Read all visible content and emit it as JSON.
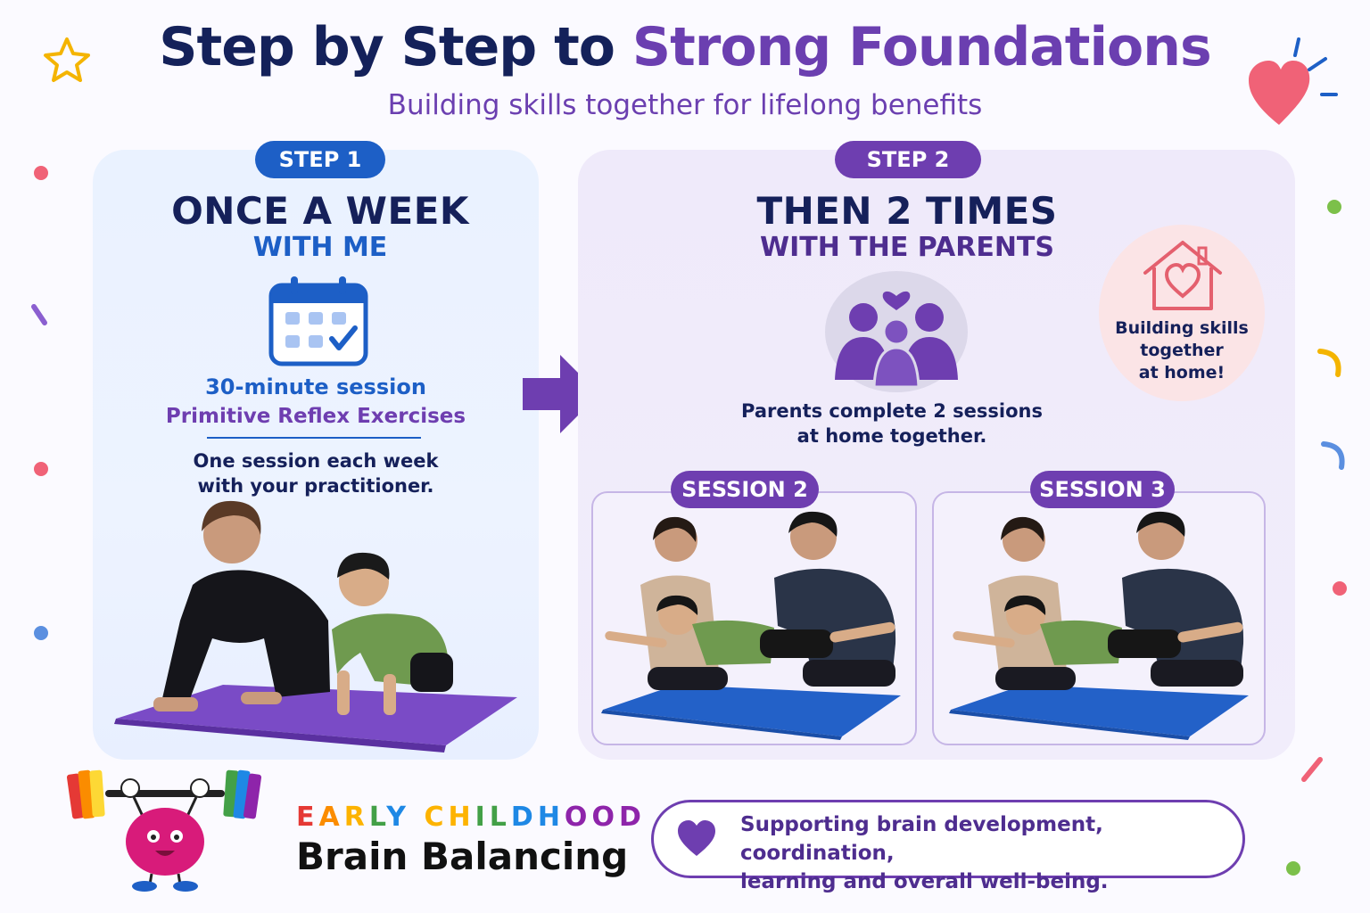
{
  "header": {
    "title_part1": "Step by Step to ",
    "title_part2": "Strong Foundations",
    "subtitle": "Building skills together for lifelong benefits"
  },
  "step1": {
    "badge": "STEP 1",
    "heading": "ONCE A WEEK",
    "subheading": "WITH ME",
    "session_length": "30-minute session",
    "exercise_type": "Primitive Reflex Exercises",
    "description_line1": "One session each week",
    "description_line2": "with your practitioner."
  },
  "step2": {
    "badge": "STEP 2",
    "heading": "THEN 2 TIMES",
    "subheading": "WITH THE PARENTS",
    "description_line1": "Parents complete 2 sessions",
    "description_line2": "at home together.",
    "home_note_line1": "Building skills",
    "home_note_line2": "together",
    "home_note_line3": "at home!",
    "sessions": [
      {
        "label": "SESSION 2"
      },
      {
        "label": "SESSION 3"
      }
    ]
  },
  "brand": {
    "line1_letters": [
      "E",
      "A",
      "R",
      "L",
      "Y",
      " ",
      "C",
      "H",
      "I",
      "L",
      "D",
      "H",
      "O",
      "O",
      "D"
    ],
    "line2": "Brain Balancing"
  },
  "footer": {
    "line1": "Supporting brain development, coordination,",
    "line2": "learning and overall well-being."
  },
  "icons": {
    "calendar": "calendar-check-icon",
    "family": "family-heart-icon",
    "home": "house-heart-icon",
    "arrow": "arrow-right-icon",
    "heart": "heart-icon",
    "star": "star-icon",
    "brain": "brain-mascot-icon"
  },
  "colors": {
    "navy": "#15205a",
    "blue": "#1d5fc6",
    "purple": "#6e3eb0",
    "pink": "#f06277"
  }
}
